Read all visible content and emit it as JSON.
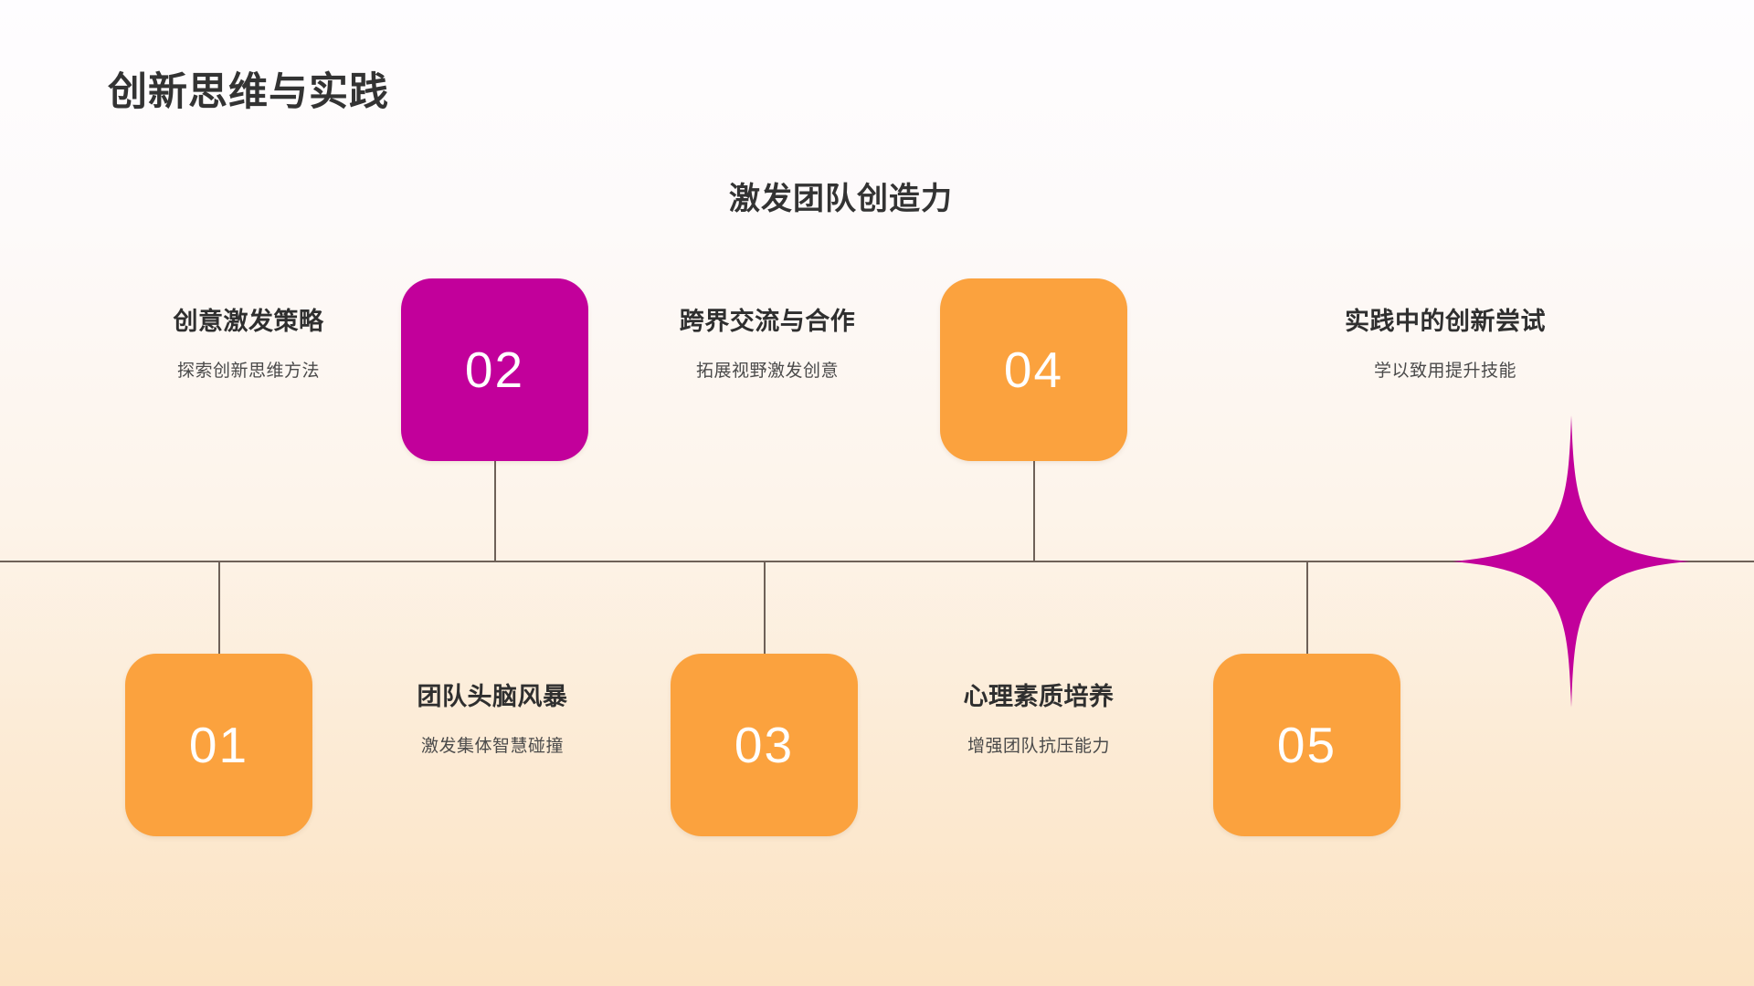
{
  "slide": {
    "title": "创新思维与实践",
    "subtitle": "激发团队创造力"
  },
  "colors": {
    "accent_orange": "#FBA23E",
    "accent_magenta": "#C2009B",
    "axis": "#6E6158",
    "title_text": "#333333",
    "body_text": "#4A4A4A",
    "bg_top": "#FEFDFF",
    "bg_bottom": "#FBE3C3"
  },
  "timeline": {
    "items": [
      {
        "number": "01",
        "title": "创意激发策略",
        "desc": "探索创新思维方法",
        "color": "orange",
        "position": "below"
      },
      {
        "number": "02",
        "title": "团队头脑风暴",
        "desc": "激发集体智慧碰撞",
        "color": "magenta",
        "position": "above"
      },
      {
        "number": "03",
        "title": "跨界交流与合作",
        "desc": "拓展视野激发创意",
        "color": "orange",
        "position": "below"
      },
      {
        "number": "04",
        "title": "心理素质培养",
        "desc": "增强团队抗压能力",
        "color": "orange",
        "position": "above"
      },
      {
        "number": "05",
        "title": "实践中的创新尝试",
        "desc": "学以致用提升技能",
        "color": "orange",
        "position": "below"
      }
    ]
  },
  "decorations": {
    "sparkle": "four-point-star"
  }
}
